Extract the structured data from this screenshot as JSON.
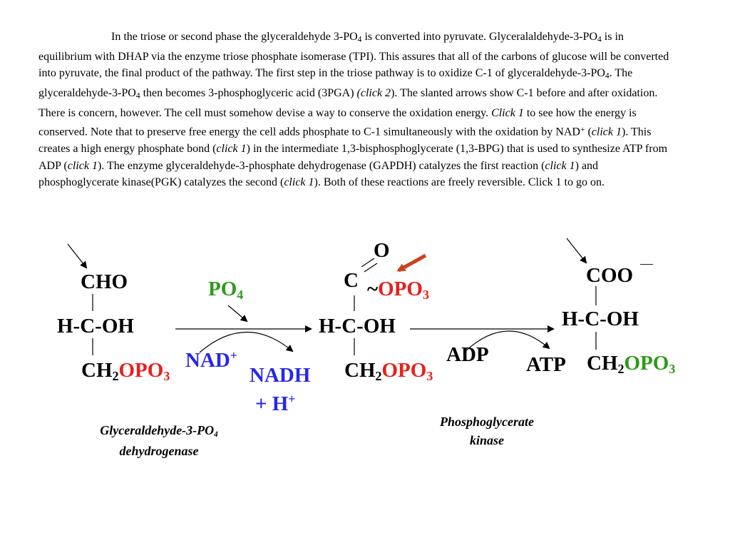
{
  "paragraph": [
    {
      "t": "In the triose or second phase the glyceraldehyde 3-PO"
    },
    {
      "t": "4",
      "sub": true
    },
    {
      "t": " is converted into pyruvate.  Glyceralaldehyde-3-PO"
    },
    {
      "t": "4",
      "sub": true
    },
    {
      "t": " is in equilibrium with DHAP via the enzyme triose phosphate isomerase (TPI).  This assures that all of the carbons of glucose will be converted into pyruvate, the final product of the pathway.  The first step in the triose pathway is to oxidize C-1 of glyceraldehyde-3-PO"
    },
    {
      "t": "4",
      "sub": true
    },
    {
      "t": ".  The glyceraldehyde-3-PO"
    },
    {
      "t": "4",
      "sub": true
    },
    {
      "t": " then becomes 3-phosphoglyceric acid (3PGA) "
    },
    {
      "t": "(click 2",
      "i": true
    },
    {
      "t": ").  The slanted arrows show C-1 before and after oxidation.  There is concern, however.  The cell must somehow devise a way to conserve the oxidation energy.  "
    },
    {
      "t": "Click 1",
      "i": true
    },
    {
      "t": " to see how the energy is conserved.  Note that to preserve free energy the cell adds phosphate to C-1 simultaneously with the oxidation by NAD"
    },
    {
      "t": "+",
      "sup": true
    },
    {
      "t": " ("
    },
    {
      "t": "click 1",
      "i": true
    },
    {
      "t": ").  This creates a high energy phosphate bond ("
    },
    {
      "t": "click 1",
      "i": true
    },
    {
      "t": ") in the intermediate 1,3-bisphosphoglycerate (1,3-BPG) that is used to synthesize ATP from ADP ("
    },
    {
      "t": "click 1",
      "i": true
    },
    {
      "t": ").  The enzyme glyceraldehyde-3-phosphate dehydrogenase (GAPDH) catalyzes the first reaction ("
    },
    {
      "t": "click 1",
      "i": true
    },
    {
      "t": ") and phosphoglycerate kinase(PGK) catalyzes the second ("
    },
    {
      "t": "click 1",
      "i": true
    },
    {
      "t": "). Both of these reactions are freely reversible.  Click 1 to go on."
    }
  ],
  "left": {
    "cho": "CHO",
    "hcoh": "H-C-OH",
    "ch": "CH",
    "ch_sub": "2",
    "opo": "OPO",
    "opo_sub": "3"
  },
  "po4": {
    "main": "PO",
    "sub": "4"
  },
  "nad": {
    "main": "NAD",
    "sup": "+"
  },
  "nadh": {
    "line1": "NADH",
    "line2_main": "+ H",
    "line2_sup": "+"
  },
  "middle": {
    "o": "O",
    "c": "C",
    "tilde": "~",
    "opo": "OPO",
    "opo_sub": "3",
    "hcoh": "H-C-OH",
    "ch": "CH",
    "ch_sub": "2",
    "opo2": "OPO",
    "opo2_sub": "3"
  },
  "adp": "ADP",
  "atp": "ATP",
  "right": {
    "coo": "COO",
    "minus": "—",
    "hcoh": "H-C-OH",
    "ch": "CH",
    "ch_sub": "2",
    "opo": "OPO",
    "opo_sub": "3"
  },
  "enzyme1": {
    "line1": "Glyceraldehyde-3-PO",
    "line1_sub": "4",
    "line2": "dehydrogenase"
  },
  "enzyme2": {
    "line1": "Phosphoglycerate",
    "line2": "kinase"
  },
  "colors": {
    "red": "#e8201c",
    "green": "#2e9a1b",
    "blue": "#2727e8",
    "arrow": "#c8441e"
  }
}
